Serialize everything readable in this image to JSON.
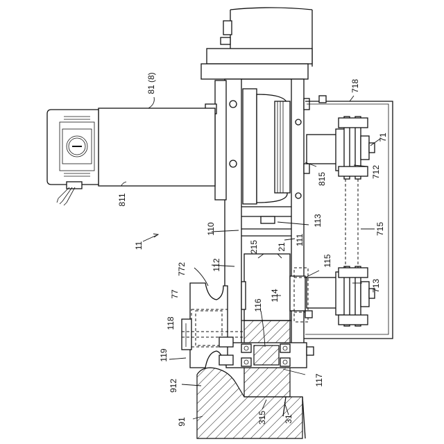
{
  "labels": {
    "l81": "81 (8)",
    "l811": "811",
    "l11": "11",
    "l718": "718",
    "l71": "71",
    "l712": "712",
    "l815": "815",
    "l715": "715",
    "l113": "113",
    "l110": "110",
    "l111": "111",
    "l215": "215",
    "l21": "21",
    "l115": "115",
    "l112": "112",
    "l772": "772",
    "l77": "77",
    "l713": "713",
    "l114": "114",
    "l116": "116",
    "l118": "118",
    "l119": "119",
    "l117": "117",
    "l912": "912",
    "l315": "315",
    "l31": "31",
    "l91": "91"
  }
}
